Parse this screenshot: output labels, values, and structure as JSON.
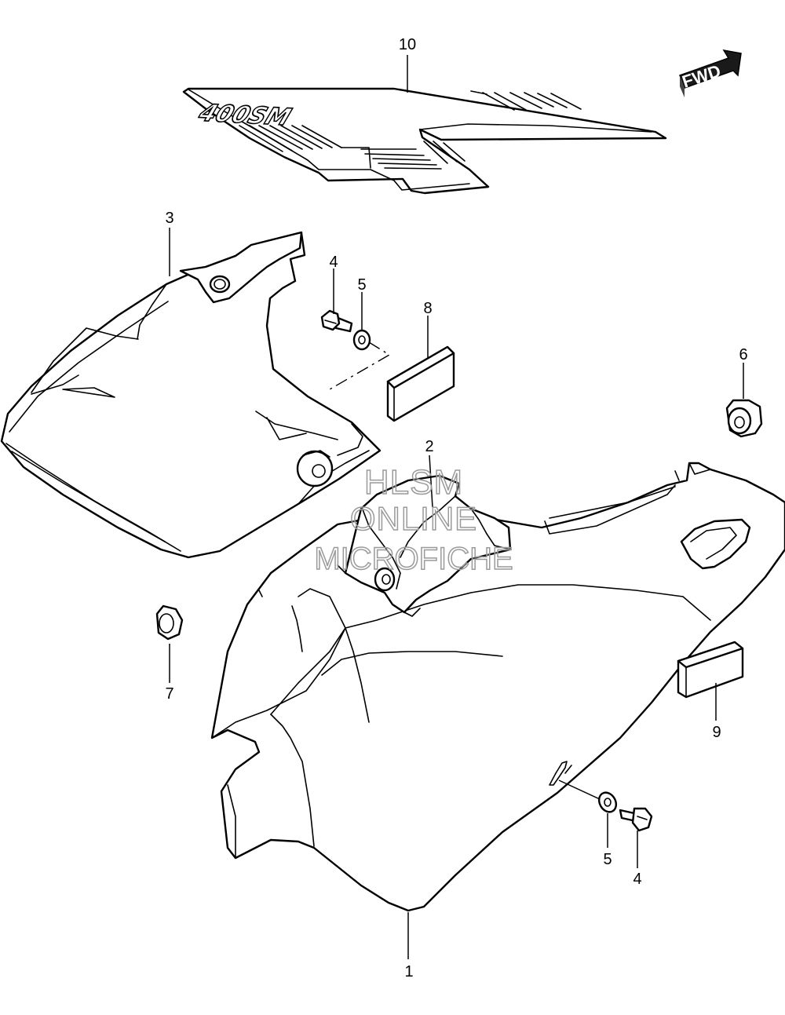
{
  "diagram": {
    "direction_badge": "FWD",
    "decal_text": "400SM",
    "watermark": [
      "HLSM",
      "ONLINE",
      "MICROFICHE"
    ],
    "callouts": [
      {
        "id": "c10",
        "label": "10"
      },
      {
        "id": "c3",
        "label": "3"
      },
      {
        "id": "c4a",
        "label": "4"
      },
      {
        "id": "c5a",
        "label": "5"
      },
      {
        "id": "c8",
        "label": "8"
      },
      {
        "id": "c6",
        "label": "6"
      },
      {
        "id": "c2",
        "label": "2"
      },
      {
        "id": "c7",
        "label": "7"
      },
      {
        "id": "c9",
        "label": "9"
      },
      {
        "id": "c5b",
        "label": "5"
      },
      {
        "id": "c4b",
        "label": "4"
      },
      {
        "id": "c1",
        "label": "1"
      }
    ]
  }
}
